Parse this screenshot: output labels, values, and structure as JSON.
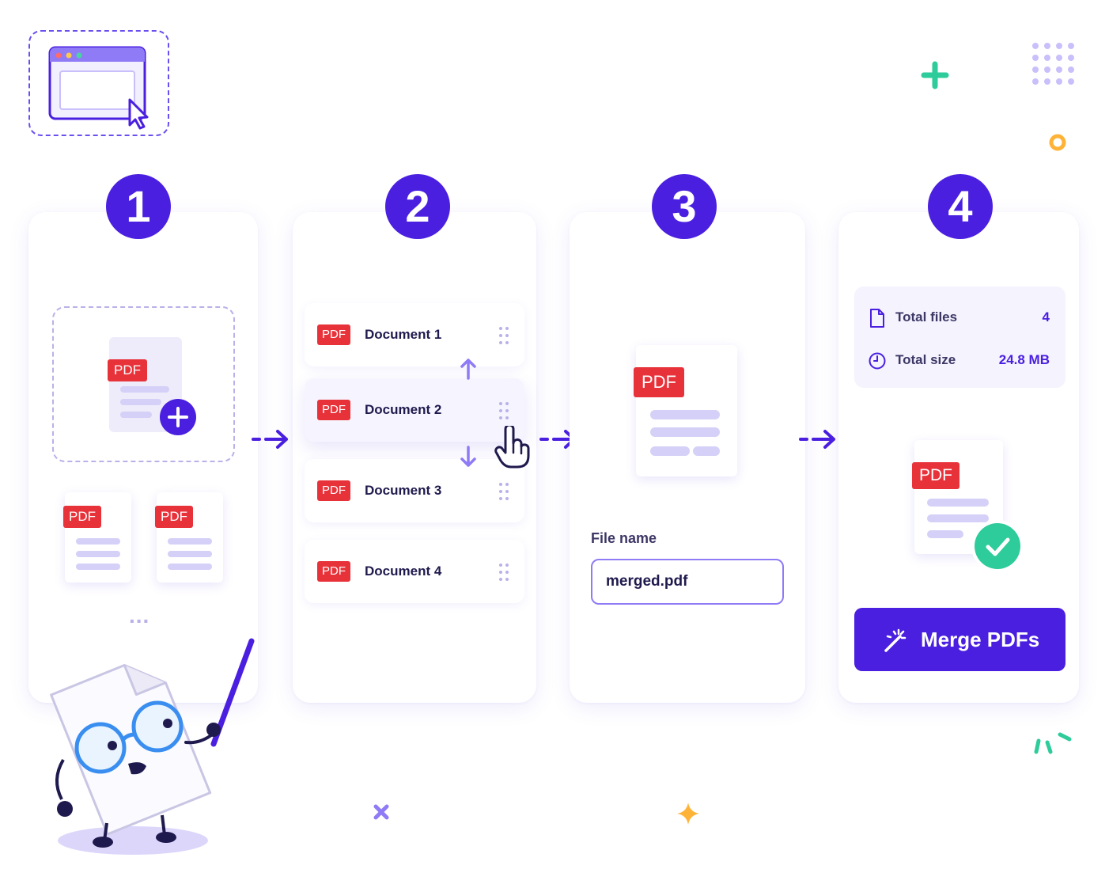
{
  "steps": [
    "1",
    "2",
    "3",
    "4"
  ],
  "pdf_label": "PDF",
  "upload": {
    "more_indicator": "..."
  },
  "documents": [
    {
      "name": "Document 1"
    },
    {
      "name": "Document 2"
    },
    {
      "name": "Document 3"
    },
    {
      "name": "Document 4"
    }
  ],
  "output": {
    "file_name_label": "File name",
    "file_name_value": "merged.pdf"
  },
  "summary": {
    "total_files_label": "Total files",
    "total_files_value": "4",
    "total_size_label": "Total size",
    "total_size_value": "24.8 MB"
  },
  "merge_button": {
    "label": "Merge PDFs"
  },
  "colors": {
    "accent": "#4a1fe0",
    "pdf_red": "#e8323a",
    "success": "#2ecc9a",
    "light_accent": "#d4d0f7"
  },
  "icons": [
    "browser-window-icon",
    "cursor-arrow-icon",
    "plus-icon",
    "drag-handle-icon",
    "arrow-up-icon",
    "arrow-down-icon",
    "hand-pointer-icon",
    "file-icon",
    "clock-icon",
    "magic-wand-icon",
    "check-icon",
    "arrow-right-icon"
  ]
}
